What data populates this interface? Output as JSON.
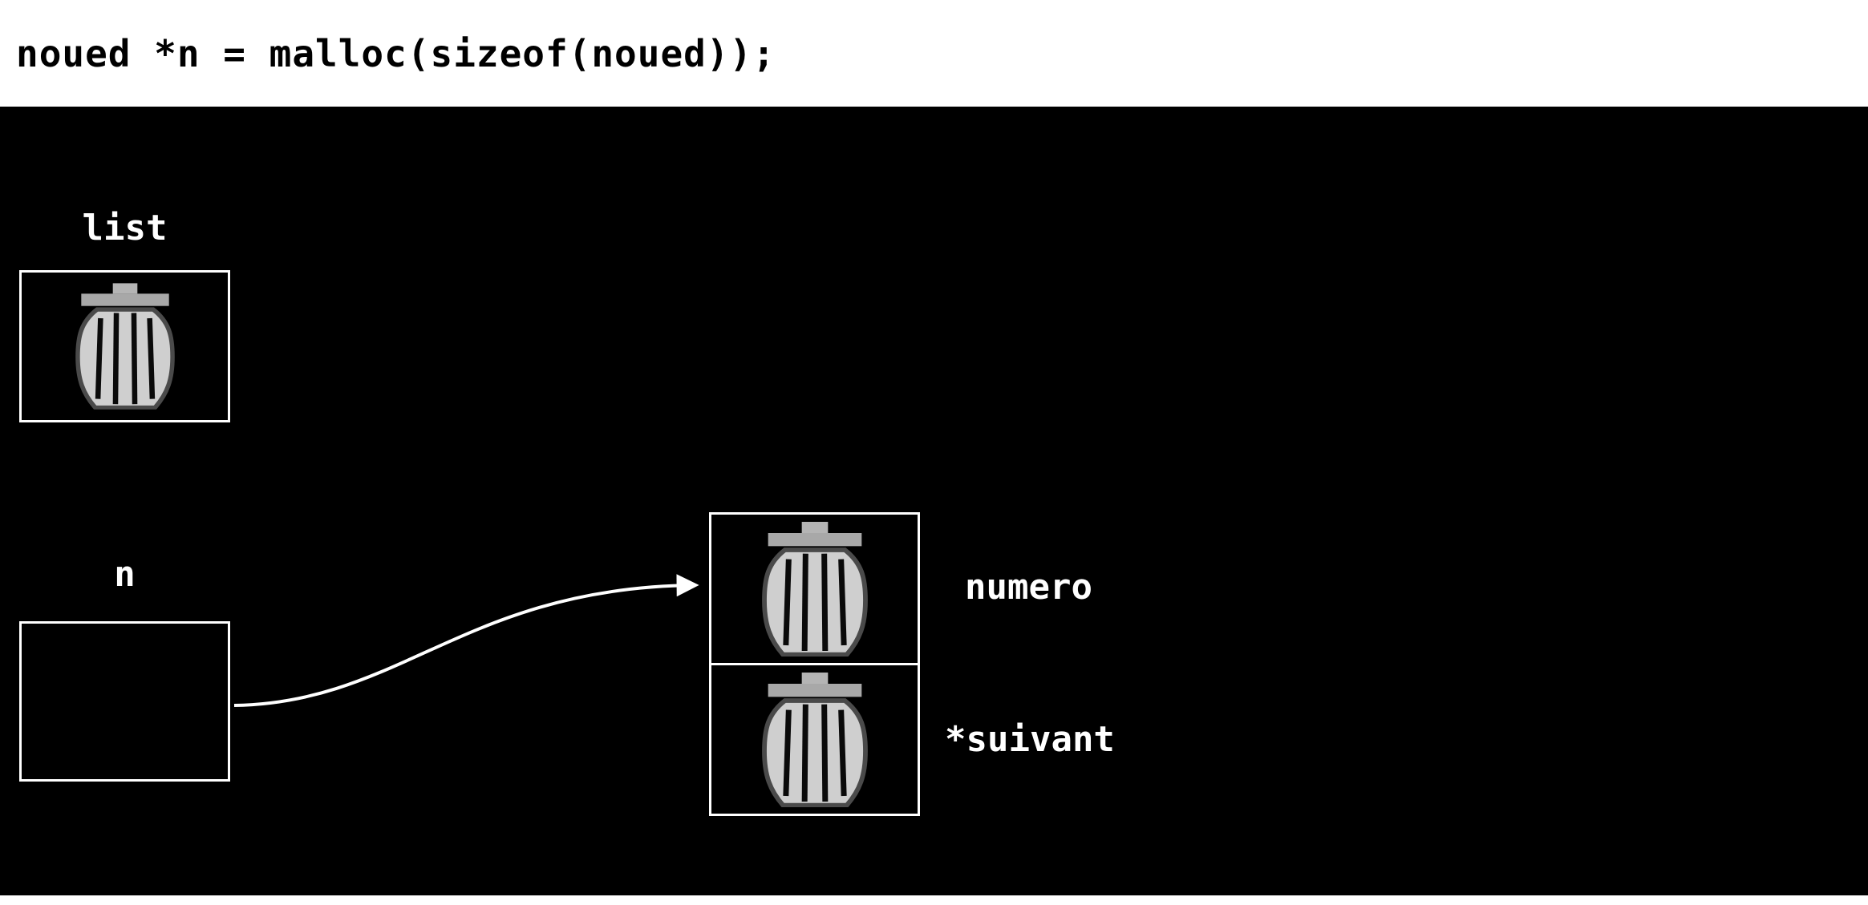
{
  "header": {
    "code_line": "noued *n = malloc(sizeof(noued));"
  },
  "diagram": {
    "list_label": "list",
    "n_label": "n",
    "numero_label": "numero",
    "suivant_label": "*suivant",
    "icon_meaning": "garbage-uninitialized-value"
  },
  "colors": {
    "canvas_bg": "#000000",
    "header_bg": "#ffffff",
    "header_text": "#000000",
    "label_text": "#ffffff",
    "box_border": "#ffffff",
    "arrow": "#ffffff",
    "trash_body": "#cfcfcf",
    "trash_lid": "#a8a8a8"
  }
}
